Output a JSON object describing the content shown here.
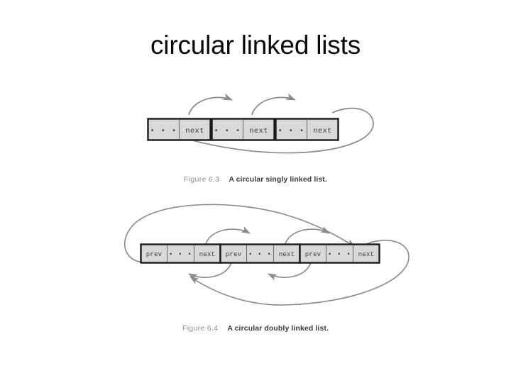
{
  "slide": {
    "title": "circular linked lists",
    "background_color": "#ffffff",
    "title_color": "#0a0a0a"
  },
  "style": {
    "node_fill": "#d9d9d9",
    "node_border": "#1a1a1a",
    "node_divider": "#6e6e6e",
    "arrow_color": "#8a8a8a",
    "field_text_color": "#3a3a3a",
    "caption_label_color": "#8e8e8e",
    "caption_text_color": "#3b3b3b"
  },
  "figures": [
    {
      "id": "figure-6-3",
      "caption_label": "Figure 6.3",
      "caption_text": "A circular singly linked list.",
      "type": "singly",
      "node_count": 3,
      "fields": [
        "ellipsis",
        "next"
      ],
      "nodes": [
        {
          "ellipsis": "• • •",
          "next": "next"
        },
        {
          "ellipsis": "• • •",
          "next": "next"
        },
        {
          "ellipsis": "• • •",
          "next": "next"
        }
      ],
      "links": [
        {
          "from": "node-1-next",
          "to": "node-2",
          "direction": "forward"
        },
        {
          "from": "node-2-next",
          "to": "node-3",
          "direction": "forward"
        },
        {
          "from": "node-3-next",
          "to": "node-1",
          "direction": "wrap-around"
        }
      ]
    },
    {
      "id": "figure-6-4",
      "caption_label": "Figure 6.4",
      "caption_text": "A circular doubly linked list.",
      "type": "doubly",
      "node_count": 3,
      "fields": [
        "prev",
        "ellipsis",
        "next"
      ],
      "nodes": [
        {
          "prev": "prev",
          "ellipsis": "• • •",
          "next": "next"
        },
        {
          "prev": "prev",
          "ellipsis": "• • •",
          "next": "next"
        },
        {
          "prev": "prev",
          "ellipsis": "• • •",
          "next": "next"
        }
      ],
      "links": [
        {
          "from": "node-1-next",
          "to": "node-2",
          "direction": "forward"
        },
        {
          "from": "node-2-next",
          "to": "node-3",
          "direction": "forward"
        },
        {
          "from": "node-3-next",
          "to": "node-1",
          "direction": "wrap-around"
        },
        {
          "from": "node-2-prev",
          "to": "node-1",
          "direction": "backward"
        },
        {
          "from": "node-3-prev",
          "to": "node-2",
          "direction": "backward"
        },
        {
          "from": "node-1-prev",
          "to": "node-3",
          "direction": "wrap-around"
        }
      ]
    }
  ]
}
